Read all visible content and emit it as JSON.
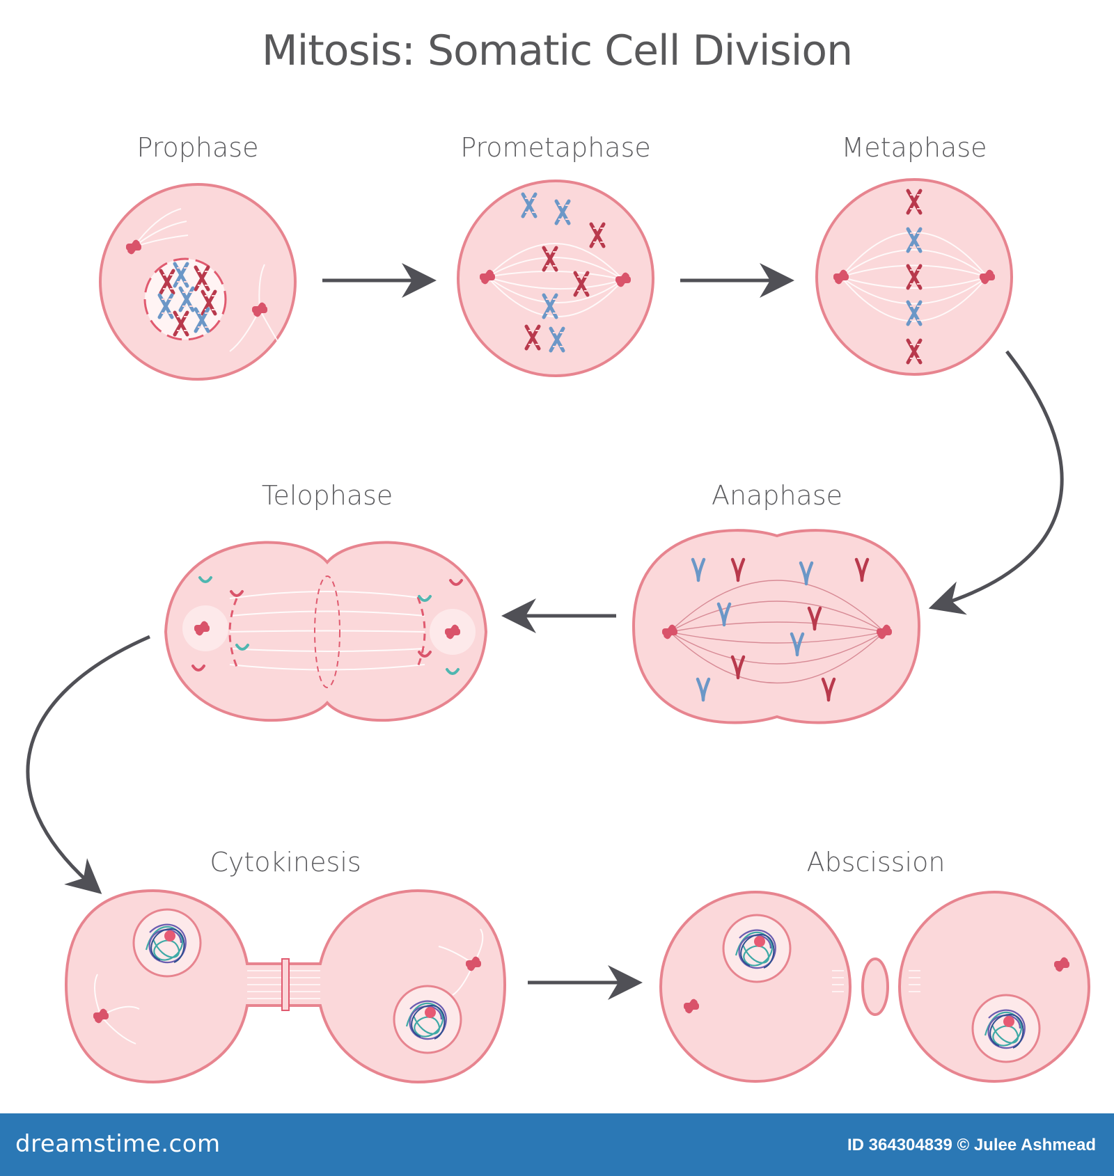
{
  "title": "Mitosis: Somatic Cell Division",
  "phases": [
    {
      "label": "Prophase"
    },
    {
      "label": "Prometaphase"
    },
    {
      "label": "Metaphase"
    },
    {
      "label": "Anaphase"
    },
    {
      "label": "Telophase"
    },
    {
      "label": "Cytokinesis"
    },
    {
      "label": "Abscission"
    }
  ],
  "footer": {
    "logo": "dreamstime.com",
    "credit": "ID 364304839 © Julee Ashmead"
  },
  "colors": {
    "cell_fill": "#fbd8da",
    "cell_outline": "#e7848f",
    "chromosome_red": "#b8394c",
    "chromosome_blue": "#6b97c7",
    "chromosome_teal": "#4fb6b0",
    "arrow": "#505056",
    "footer_bg": "#2b78b5"
  }
}
